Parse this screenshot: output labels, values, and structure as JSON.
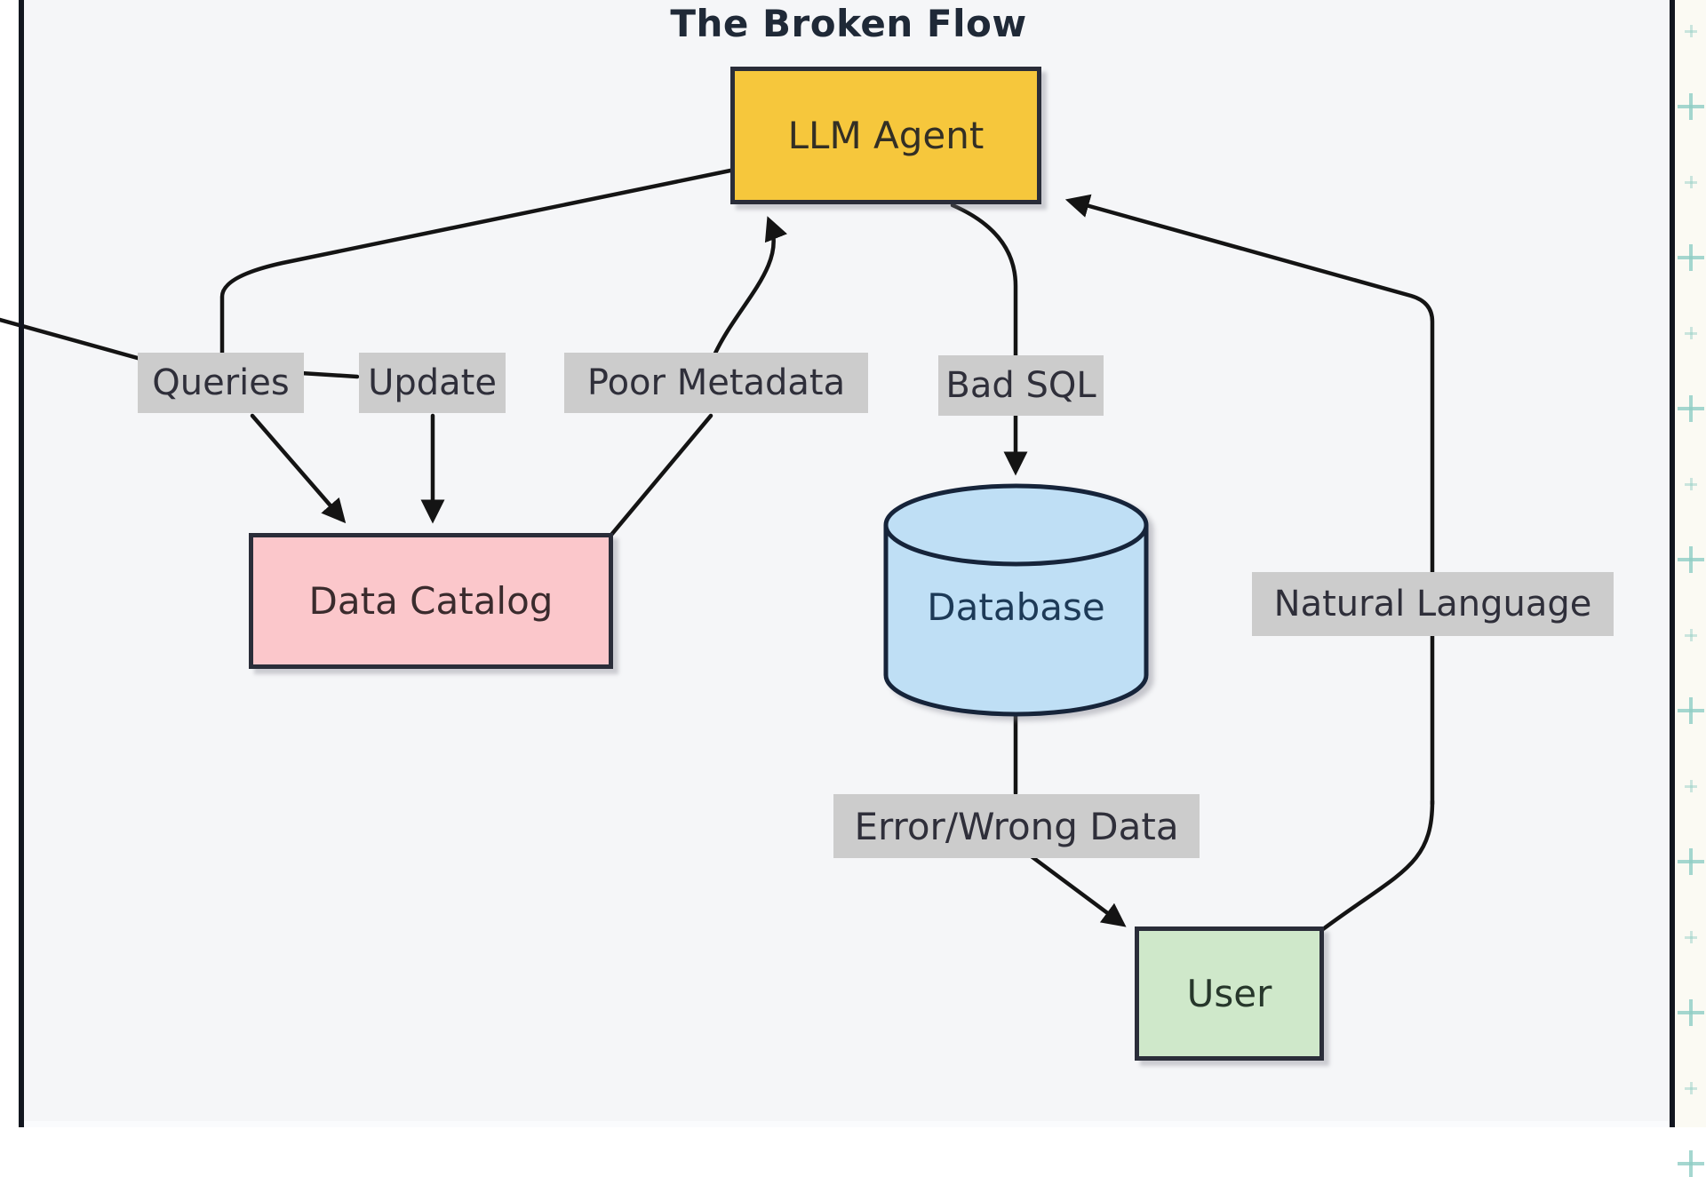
{
  "diagram": {
    "title": "The Broken Flow",
    "nodes": {
      "llm_agent": {
        "label": "LLM Agent",
        "fill": "#f6c73c"
      },
      "data_catalog": {
        "label": "Data Catalog",
        "fill": "#fbc7cb"
      },
      "database": {
        "label": "Database",
        "fill": "#bfdff5"
      },
      "user": {
        "label": "User",
        "fill": "#cfe8ca"
      }
    },
    "edge_labels": {
      "queries": "Queries",
      "update": "Update",
      "poor_metadata": "Poor Metadata",
      "bad_sql": "Bad SQL",
      "natural_language": "Natural Language",
      "error_wrong_data": "Error/Wrong Data"
    },
    "edges": [
      {
        "from": "LLM Agent",
        "to": "Data Catalog",
        "label": "Queries"
      },
      {
        "from": "off-screen",
        "to": "Data Catalog",
        "label": "Update"
      },
      {
        "from": "Data Catalog",
        "to": "LLM Agent",
        "label": "Poor Metadata"
      },
      {
        "from": "LLM Agent",
        "to": "Database",
        "label": "Bad SQL"
      },
      {
        "from": "Database",
        "to": "User",
        "label": "Error/Wrong Data"
      },
      {
        "from": "User",
        "to": "LLM Agent",
        "label": "Natural Language"
      }
    ],
    "colors": {
      "canvas_bg": "#f5f6f8",
      "edge_line": "#141414",
      "edge_label_bg": "#cccccc",
      "frame_border": "#12161f",
      "margin_bg": "#fbfaf3",
      "margin_mark": "#8fcdc4",
      "node_border": "#2a2d39",
      "database_border": "#16243a",
      "title_text": "#1f2937"
    }
  }
}
